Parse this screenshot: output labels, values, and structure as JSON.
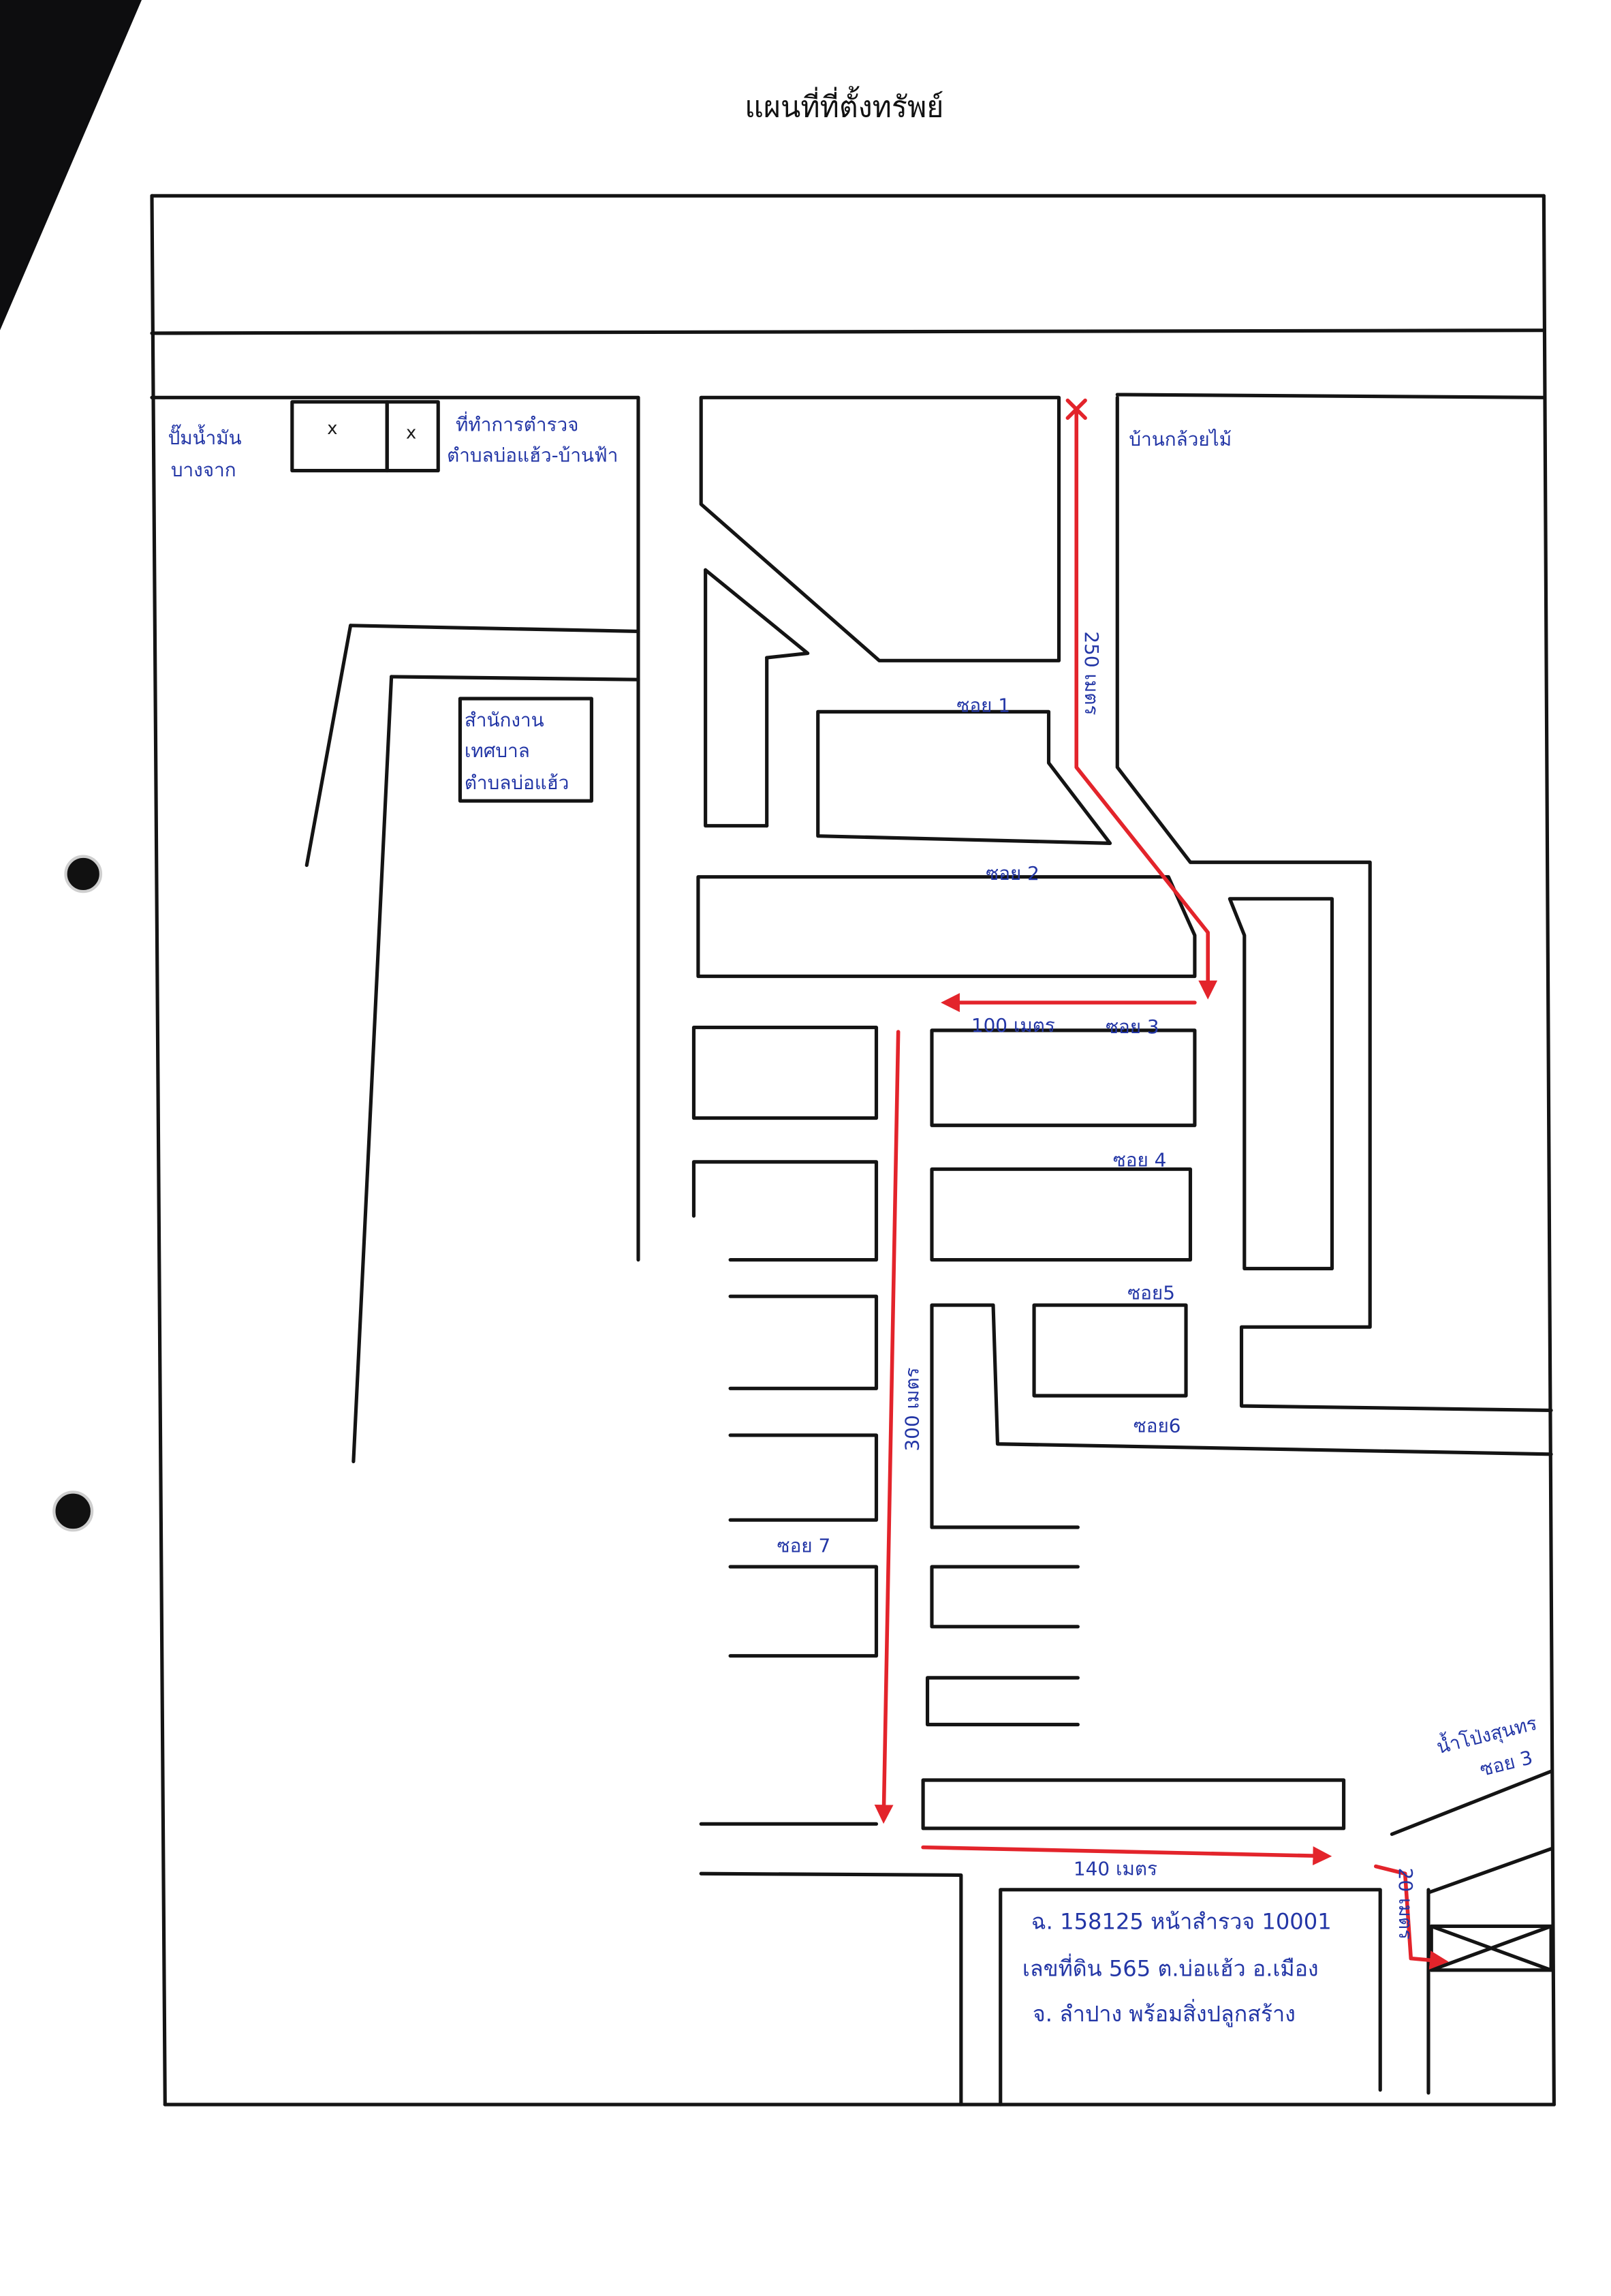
{
  "title": "แผนที่ที่ตั้งทรัพย์",
  "colors": {
    "paper": "#ffffff",
    "ink": "#141414",
    "pen_blue": "#2336a6",
    "route_red": "#e3242b",
    "scan_shadow": "#0d0d0f"
  },
  "landmarks": {
    "gas_station": [
      "ปั๊มน้ำมัน",
      "บางจาก"
    ],
    "building_marks": [
      "x",
      "x"
    ],
    "police_station": [
      "ที่ทำการตำรวจ",
      "ตำบลบ่อแฮ้ว-บ้านฟ้า"
    ],
    "orchid_house": "บ้านกล้วยไม้",
    "municipal_office": [
      "สำนักงาน",
      "เทศบาล",
      "ตำบลบ่อแฮ้ว"
    ],
    "junction_label": [
      "น้ำโป่งสุนทร",
      "ซอย 3"
    ]
  },
  "soi_labels": {
    "soi_1": "ซอย 1",
    "soi_2": "ซอย 2",
    "soi_3": "ซอย 3",
    "soi_4": "ซอย 4",
    "soi_5": "ซอย5",
    "soi_6": "ซอย6",
    "soi_7": "ซอย 7"
  },
  "route": {
    "leg_1": "250 เมตร",
    "leg_2": "100 เมตร",
    "leg_3": "300 เมตร",
    "leg_4": "140 เมตร",
    "leg_5": "20 เมตร"
  },
  "property": {
    "lines": [
      "ฉ. 158125 หน้าสำรวจ 10001",
      "เลขที่ดิน 565 ต.บ่อแฮ้ว อ.เมือง",
      "จ. ลำปาง พร้อมสิ่งปลูกสร้าง"
    ]
  }
}
